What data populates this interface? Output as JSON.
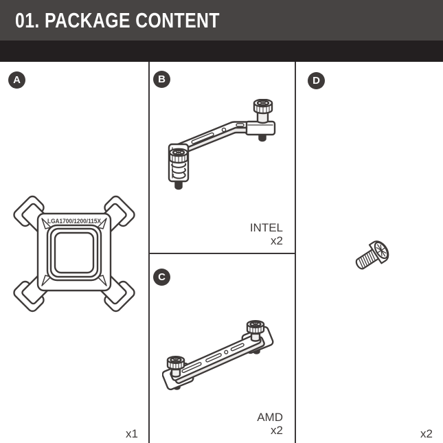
{
  "header": {
    "title": "01. PACKAGE CONTENT"
  },
  "palette": {
    "header_bg": "#474443",
    "header_stripe": "#231f20",
    "ink": "#3e3a39",
    "paper": "#ffffff"
  },
  "sections": {
    "a": {
      "label": "A",
      "marking": "LGA1700/1200/115X",
      "qty": "x1"
    },
    "b": {
      "label": "B",
      "platform": "INTEL",
      "qty": "x2"
    },
    "c": {
      "label": "C",
      "platform": "AMD",
      "qty": "x2"
    },
    "d": {
      "label": "D",
      "qty": "x2"
    }
  }
}
